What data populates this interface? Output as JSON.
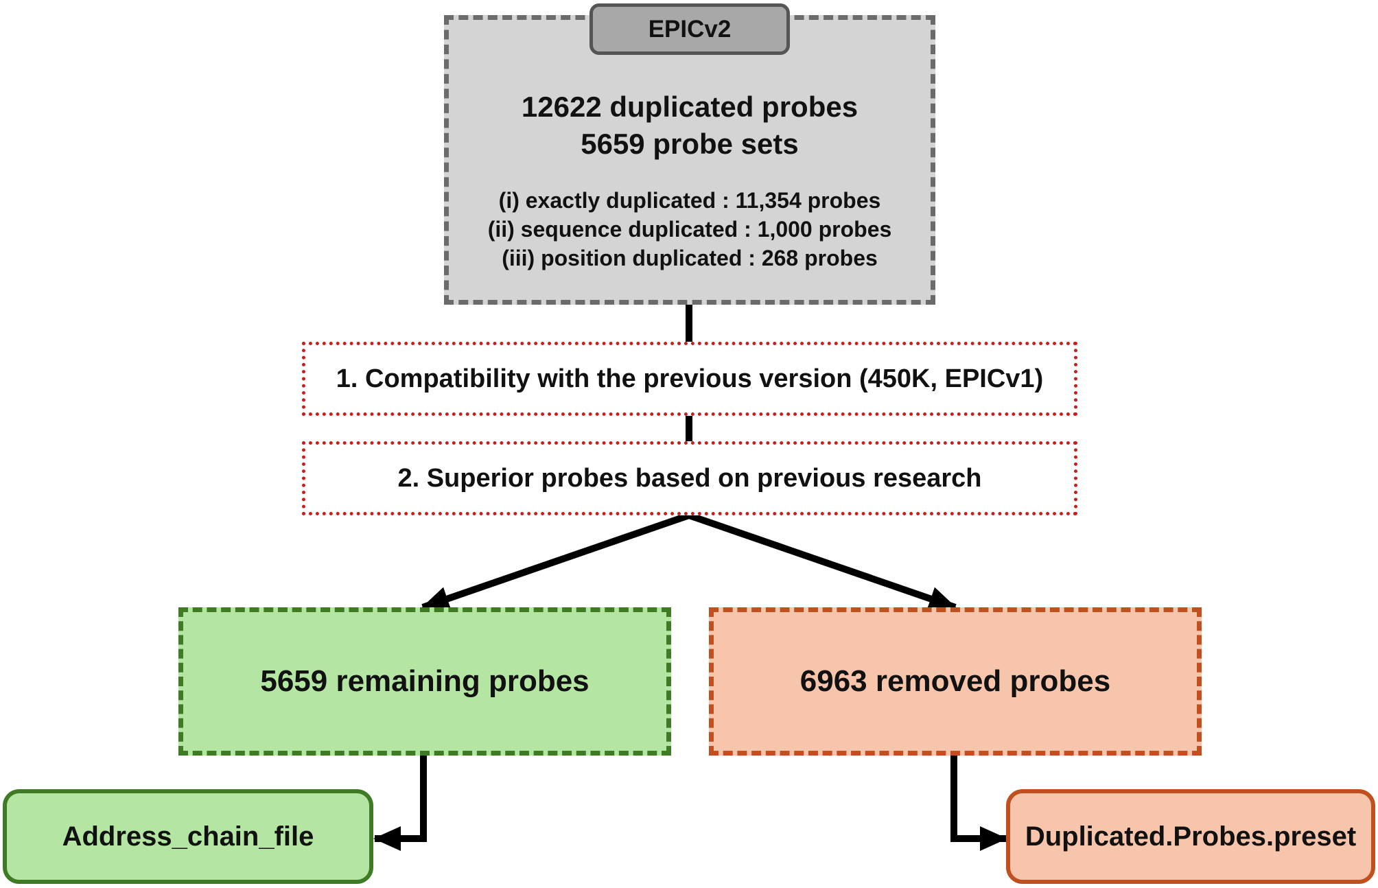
{
  "source": {
    "tag": "EPICv2",
    "headline_line1": "12622 duplicated probes",
    "headline_line2": "5659 probe sets",
    "details": [
      "(i) exactly duplicated : 11,354 probes",
      "(ii) sequence duplicated : 1,000 probes",
      "(iii) position duplicated : 268 probes"
    ]
  },
  "steps": [
    "1. Compatibility with the previous version (450K, EPICv1)",
    "2. Superior probes based on previous research"
  ],
  "results": {
    "remaining": "5659 remaining probes",
    "removed": "6963 removed probes"
  },
  "outputs": {
    "address": "Address_chain_file",
    "preset": "Duplicated.Probes.preset"
  },
  "colors": {
    "source_fill": "#d4d4d4",
    "source_border": "#6b6b6b",
    "step_border": "#c81e1e",
    "green_fill": "#b4e5a2",
    "green_border": "#3f7b25",
    "orange_fill": "#f6c5ac",
    "orange_border": "#c0501f",
    "connector": "#000000"
  }
}
